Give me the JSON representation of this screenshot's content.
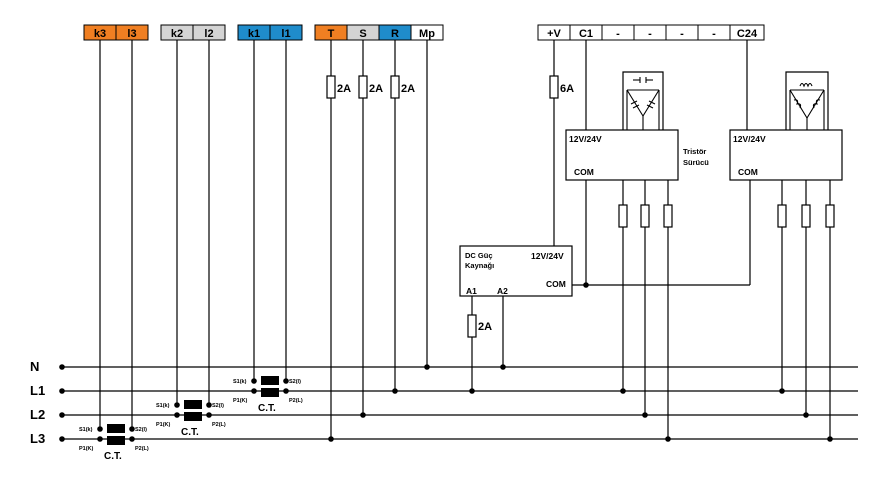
{
  "terminals": {
    "k3": "k3",
    "l3": "l3",
    "k2": "k2",
    "l2": "l2",
    "k1": "k1",
    "l1": "l1",
    "T": "T",
    "S": "S",
    "R": "R",
    "Mp": "Mp",
    "plusV": "+V",
    "C1": "C1",
    "dash": "-",
    "C24": "C24"
  },
  "fuses": {
    "f2a": "2A",
    "f6a": "6A"
  },
  "lines": {
    "N": "N",
    "L1": "L1",
    "L2": "L2",
    "L3": "L3"
  },
  "ct": {
    "label": "C.T.",
    "s1": "S1(k)",
    "s2": "S2(l)",
    "p1": "P1(K)",
    "p2": "P2(L)"
  },
  "psu": {
    "title1": "DC Güç",
    "title2": "Kaynağı",
    "voltage": "12V/24V",
    "com": "COM",
    "a1": "A1",
    "a2": "A2"
  },
  "driver": {
    "voltage": "12V/24V",
    "com": "COM",
    "label1": "Tristör",
    "label2": "Sürücü"
  },
  "colors": {
    "orange": "#f07f22",
    "gray": "#d4d4d4",
    "blue": "#1f8ccb",
    "white": "#ffffff"
  }
}
